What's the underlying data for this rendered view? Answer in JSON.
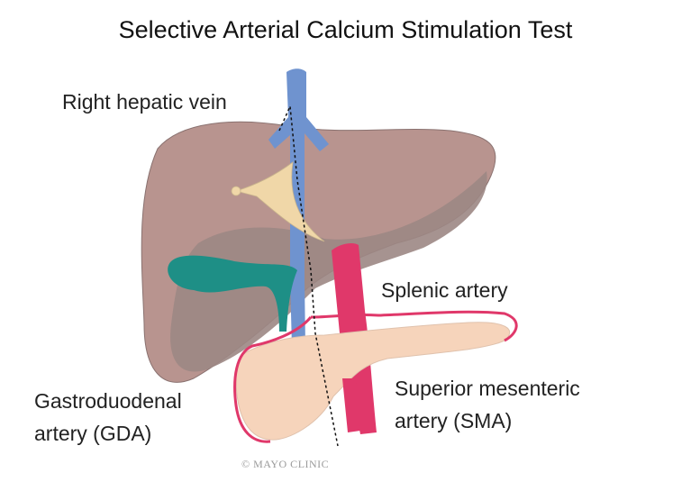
{
  "title": "Selective Arterial Calcium Stimulation Test",
  "labels": {
    "right_hepatic_vein": "Right hepatic vein",
    "splenic_artery": "Splenic artery",
    "gda_line1": "Gastroduodenal",
    "gda_line2": "artery (GDA)",
    "sma_line1": "Superior mesenteric",
    "sma_line2": "artery (SMA)"
  },
  "credit": "© MAYO CLINIC",
  "colors": {
    "liver": "#b8948f",
    "liver_shadow": "#9c8784",
    "vein": "#6f93cf",
    "artery": "#e0386a",
    "gallbladder": "#1e8f86",
    "pancreas": "#f6d4bb",
    "ligament": "#f0d7a8"
  }
}
